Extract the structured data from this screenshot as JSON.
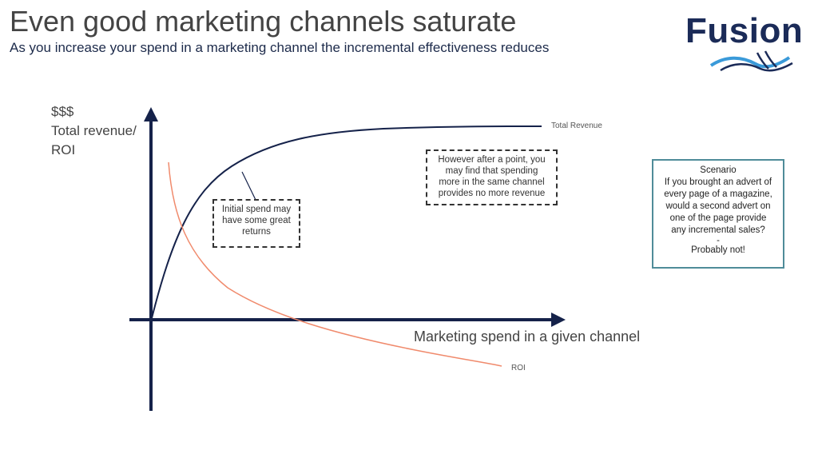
{
  "header": {
    "title": "Even good marketing channels saturate",
    "subtitle": "As you increase your spend in a marketing channel the incremental effectiveness reduces"
  },
  "logo": {
    "text": "Fusion"
  },
  "axes": {
    "y_label": [
      "$$$",
      "Total revenue/",
      "ROI"
    ],
    "x_label": "Marketing spend in a given channel"
  },
  "curves": {
    "revenue_label": "Total Revenue",
    "roi_label": "ROI"
  },
  "notes": {
    "initial": [
      "Initial spend may",
      "have some great",
      "returns"
    ],
    "saturation": [
      "However after a point, you",
      "may find that spending",
      "more in the same channel",
      "provides no more revenue"
    ]
  },
  "scenario": {
    "title": "Scenario",
    "lines": [
      "If you brought an advert of",
      "every page of a magazine,",
      "would a second advert on",
      "one of the page provide",
      "any incremental sales?"
    ],
    "separator": "-",
    "answer": "Probably not!"
  },
  "colors": {
    "axis": "#15224a",
    "revenue_curve": "#15224a",
    "roi_curve": "#f08a6c",
    "scenario_border": "#4f8c99",
    "logo": "#1b2b58",
    "logo_wave": "#3a9ad9"
  }
}
